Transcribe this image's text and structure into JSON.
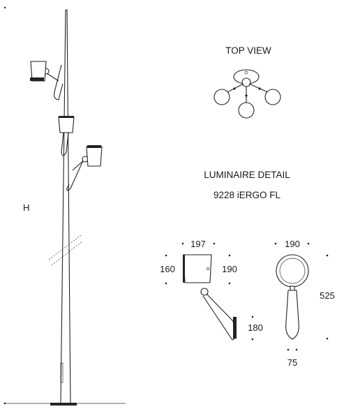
{
  "drawing": {
    "heading_top_view": "TOP VIEW",
    "heading_detail": "LUMINAIRE DETAIL",
    "model": "9228 iERGO FL",
    "height_label": "H",
    "dimensions": {
      "side_width": "197",
      "side_height": "160",
      "side_depth": "190",
      "arm_base": "180",
      "front_width": "190",
      "front_total_height": "525",
      "front_base": "75"
    }
  },
  "colors": {
    "line": "#222222",
    "background": "#ffffff"
  }
}
